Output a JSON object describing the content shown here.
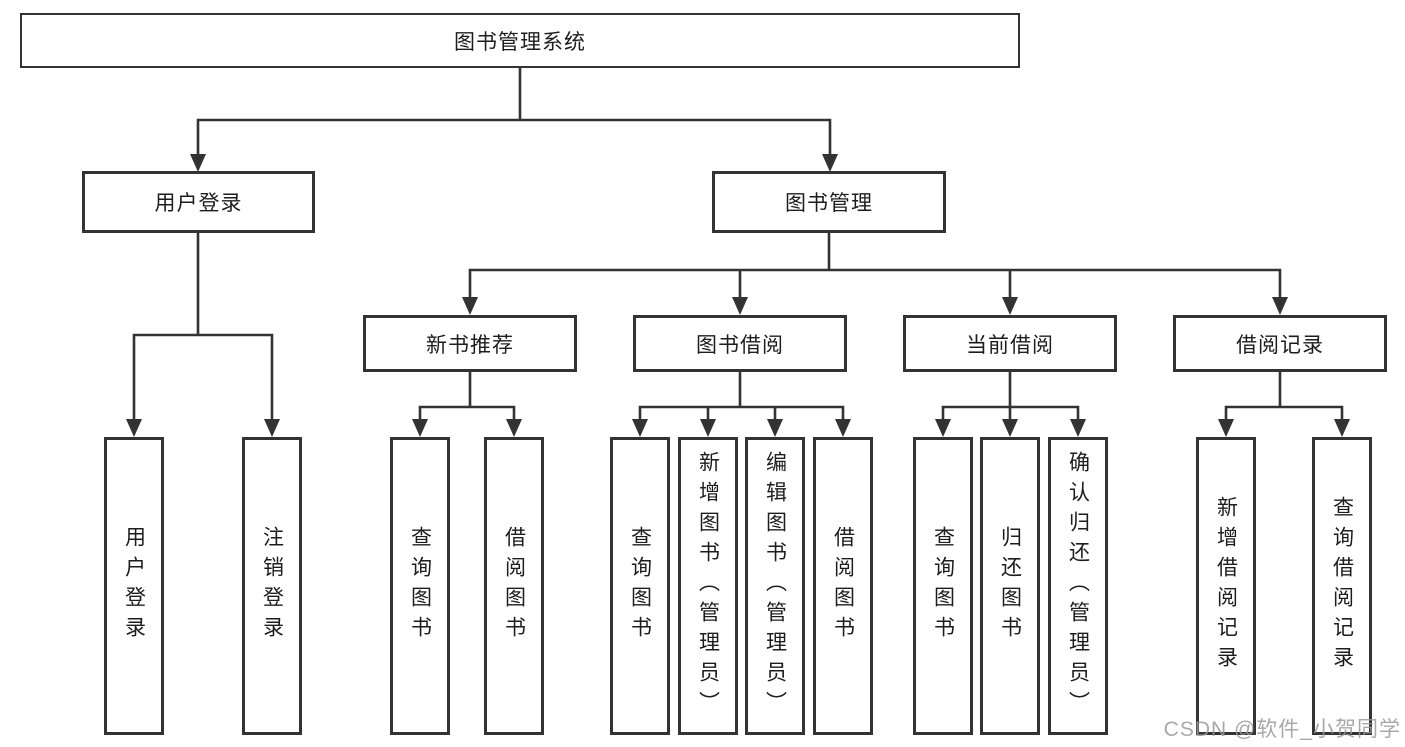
{
  "tree": {
    "root": {
      "label": "图书管理系统"
    },
    "branches": [
      {
        "label": "用户登录",
        "children": [
          {
            "label": "用户登录"
          },
          {
            "label": "注销登录"
          }
        ]
      },
      {
        "label": "图书管理",
        "children": [
          {
            "label": "新书推荐",
            "children": [
              {
                "label": "查询图书"
              },
              {
                "label": "借阅图书"
              }
            ]
          },
          {
            "label": "图书借阅",
            "children": [
              {
                "label": "查询图书"
              },
              {
                "label": "新增图书（管理员）"
              },
              {
                "label": "编辑图书（管理员）"
              },
              {
                "label": "借阅图书"
              }
            ]
          },
          {
            "label": "当前借阅",
            "children": [
              {
                "label": "查询图书"
              },
              {
                "label": "归还图书"
              },
              {
                "label": "确认归还（管理员）"
              }
            ]
          },
          {
            "label": "借阅记录",
            "children": [
              {
                "label": "新增借阅记录"
              },
              {
                "label": "查询借阅记录"
              }
            ]
          }
        ]
      }
    ]
  },
  "watermark": {
    "text": "CSDN @软件_小贺同学"
  },
  "colors": {
    "line": "#333333",
    "box_fill": "#ffffff",
    "text": "#1d1d1d",
    "watermark": "#9a9a9a"
  }
}
